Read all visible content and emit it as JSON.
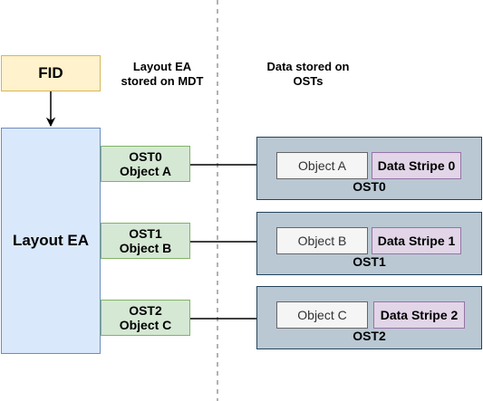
{
  "fid": {
    "label": "FID"
  },
  "layout_ea": {
    "label": "Layout EA"
  },
  "headings": {
    "mdt": "Layout EA\nstored on MDT",
    "ost": "Data stored on\nOSTs"
  },
  "entries": [
    {
      "ost": "OST0",
      "object": "Object A"
    },
    {
      "ost": "OST1",
      "object": "Object B"
    },
    {
      "ost": "OST2",
      "object": "Object C"
    }
  ],
  "osts": [
    {
      "object": "Object A",
      "stripe": "Data Stripe 0",
      "label": "OST0"
    },
    {
      "object": "Object B",
      "stripe": "Data Stripe 1",
      "label": "OST1"
    },
    {
      "object": "Object C",
      "stripe": "Data Stripe 2",
      "label": "OST2"
    }
  ]
}
